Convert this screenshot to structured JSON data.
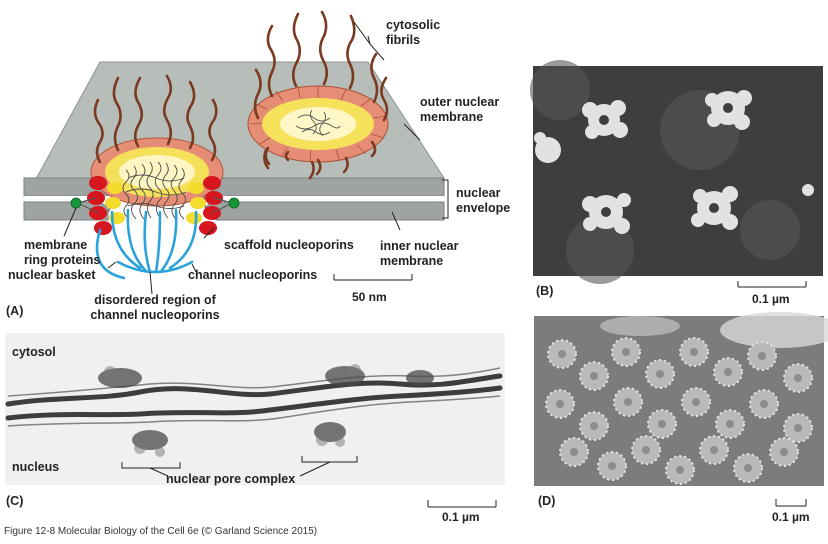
{
  "panels": {
    "a": {
      "letter": "(A)",
      "labels": {
        "cytosolic_fibrils": "cytosolic\nfibrils",
        "outer_membrane": "outer nuclear\nmembrane",
        "nuclear_envelope": "nuclear\nenvelope",
        "inner_membrane": "inner nuclear\nmembrane",
        "membrane_ring": "membrane\nring proteins",
        "nuclear_basket": "nuclear basket",
        "scaffold": "scaffold nucleoporins",
        "channel": "channel nucleoporins",
        "disordered": "disordered region of\nchannel nucleoporins",
        "scale": "50 nm"
      }
    },
    "b": {
      "letter": "(B)",
      "scale": "0.1 µm"
    },
    "c": {
      "letter": "(C)",
      "cytosol": "cytosol",
      "nucleus": "nucleus",
      "npc": "nuclear pore complex",
      "scale": "0.1 µm"
    },
    "d": {
      "letter": "(D)",
      "scale": "0.1 µm"
    }
  },
  "caption": "Figure 12-8  Molecular Biology of the Cell 6e (© Garland Science 2015)",
  "colors": {
    "membrane": "#b8beba",
    "membrane_edge": "#8f9592",
    "ring": "#e8907a",
    "scaffold_red": "#d7141f",
    "channel_yellow": "#f5e03a",
    "inner_yellow": "#fff3a8",
    "basket_blue": "#2aa0d8",
    "fibril_brown": "#7a3a20",
    "green": "#1a9a3c"
  }
}
